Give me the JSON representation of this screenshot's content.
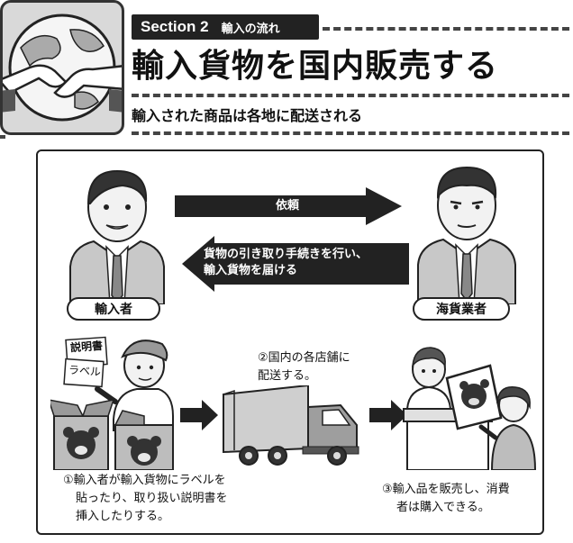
{
  "header": {
    "section_label": "Section 2",
    "section_sub": "輸入の流れ",
    "title": "輸入貨物を国内販売する",
    "subtitle": "輸入された商品は各地に配送される"
  },
  "diagram": {
    "importer_label": "輸入者",
    "forwarder_label": "海貨業者",
    "request_arrow": "依頼",
    "delivery_arrow_line1": "貨物の引き取り手続きを行い、",
    "delivery_arrow_line2": "輸入貨物を届ける",
    "sign_manual": "説明書",
    "sign_label": "ラベル",
    "step1_line1": "①輸入者が輸入貨物にラベルを",
    "step1_line2": "貼ったり、取り扱い説明書を",
    "step1_line3": "挿入したりする。",
    "step2_line1": "②国内の各店舗に",
    "step2_line2": "配送する。",
    "step3_line1": "③輸入品を販売し、消費",
    "step3_line2": "者は購入できる。"
  }
}
